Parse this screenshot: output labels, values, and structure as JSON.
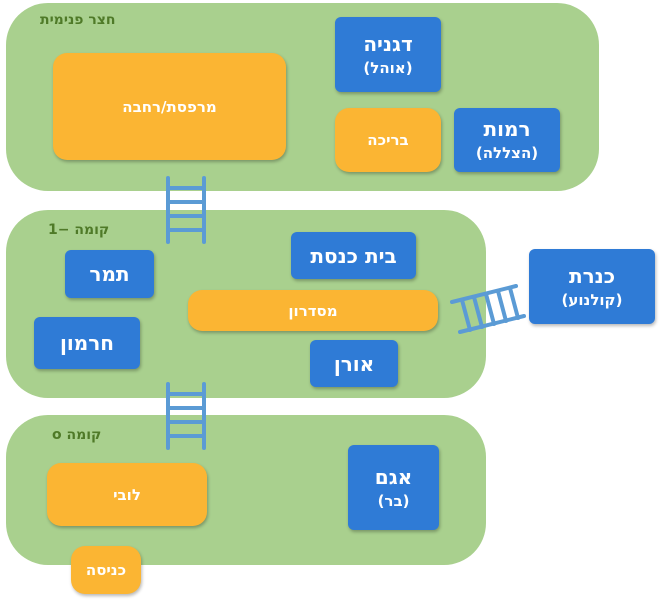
{
  "zones": {
    "courtyard": {
      "label": "חצר פנימית"
    },
    "floor_minus1": {
      "label": "קומה −1"
    },
    "floor_0": {
      "label": "קומה ο"
    }
  },
  "rooms": {
    "degania": {
      "name": "דגניה",
      "sub": "(אוהל)"
    },
    "mirpeset": {
      "name": "מרפסת/רחבה"
    },
    "breicha": {
      "name": "בריכה"
    },
    "ramot": {
      "name": "רמות",
      "sub": "(הצללה)"
    },
    "beit_kneset": {
      "name": "בית כנסת"
    },
    "tamar": {
      "name": "תמר"
    },
    "misdaron": {
      "name": "מסדרון"
    },
    "hermon": {
      "name": "חרמון"
    },
    "oren": {
      "name": "אורן"
    },
    "kinneret": {
      "name": "כנרת",
      "sub": "(קולנוע)"
    },
    "lobby": {
      "name": "לובי"
    },
    "agam": {
      "name": "אגם",
      "sub": "(בר)"
    },
    "knisa": {
      "name": "כניסה"
    }
  },
  "colors": {
    "zone": "#a9d08e",
    "room_blue": "#2f7bd6",
    "room_orange": "#fbb533",
    "ladder": "#5b9bd5",
    "zone_label": "#4f7a28"
  },
  "icons": [
    "ladder-icon"
  ]
}
